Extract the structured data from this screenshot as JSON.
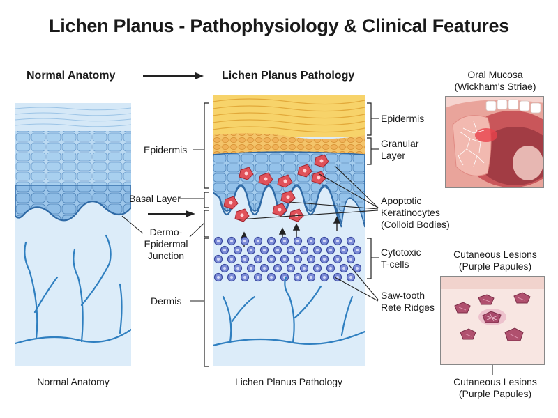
{
  "title": "Lichen Planus - Pathophysiology & Clinical Features",
  "headers": {
    "normal": "Normal Anatomy",
    "pathology": "Lichen Planus Pathology"
  },
  "left_labels": {
    "epidermis": "Epidermis",
    "basal_layer": "Basal Layer",
    "dej_line1": "Dermo-",
    "dej_line2": "Epidermal",
    "dej_line3": "Junction",
    "dermis": "Dermis"
  },
  "right_labels": {
    "epidermis": "Epidermis",
    "granular_line1": "Granular",
    "granular_line2": "Layer",
    "apoptotic_line1": "Apoptotic",
    "apoptotic_line2": "Keratinocytes",
    "apoptotic_line3": "(Colloid Bodies)",
    "tcells_line1": "Cytotoxic",
    "tcells_line2": "T-cells",
    "sawtooth_line1": "Saw-tooth",
    "sawtooth_line2": "Rete Ridges"
  },
  "oral": {
    "title_line1": "Oral Mucosa",
    "title_line2": "(Wickham's Striae)"
  },
  "cutaneous": {
    "title_line1": "Cutaneous Lesions",
    "title_line2": "(Purple Papules)",
    "caption_line1": "Cutaneous Lesions",
    "caption_line2": "(Purple Papules)"
  },
  "captions": {
    "normal": "Normal Anatomy",
    "pathology": "Lichen Planus Pathology"
  },
  "colors": {
    "dermis": "#dcecf9",
    "epidermis_cells": "#a9d0ef",
    "cell_stroke": "#5b8fbf",
    "vessels": "#2f7fc0",
    "keratin": "#f4c64a",
    "granular": "#f0b258",
    "colloid": "#e0525a",
    "tcell": "#7d8dd8",
    "papule": "#b0506e"
  }
}
